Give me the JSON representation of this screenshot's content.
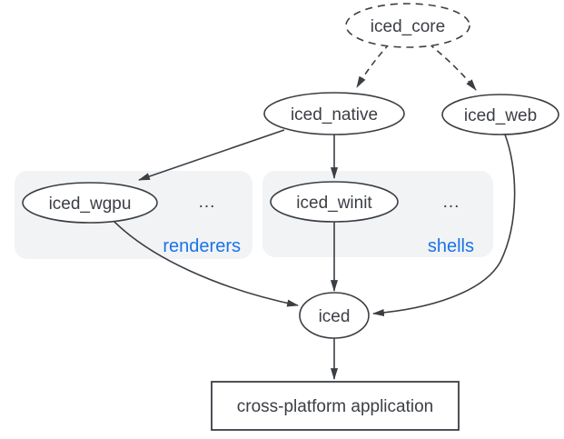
{
  "diagram": {
    "nodes": {
      "iced_core": {
        "label": "iced_core",
        "shape": "ellipse",
        "border": "dashed"
      },
      "iced_native": {
        "label": "iced_native",
        "shape": "ellipse",
        "border": "solid"
      },
      "iced_web": {
        "label": "iced_web",
        "shape": "ellipse",
        "border": "solid"
      },
      "iced_wgpu": {
        "label": "iced_wgpu",
        "shape": "ellipse",
        "border": "solid",
        "group": "renderers"
      },
      "iced_winit": {
        "label": "iced_winit",
        "shape": "ellipse",
        "border": "solid",
        "group": "shells"
      },
      "iced": {
        "label": "iced",
        "shape": "ellipse",
        "border": "solid"
      },
      "application": {
        "label": "cross-platform application",
        "shape": "rect",
        "border": "solid"
      }
    },
    "groups": {
      "renderers": {
        "label": "renderers",
        "ellipsis": "..."
      },
      "shells": {
        "label": "shells",
        "ellipsis": "..."
      }
    },
    "edges": [
      {
        "from": "iced_core",
        "to": "iced_native",
        "style": "dashed"
      },
      {
        "from": "iced_core",
        "to": "iced_web",
        "style": "dashed"
      },
      {
        "from": "iced_native",
        "to": "iced_wgpu",
        "style": "solid"
      },
      {
        "from": "iced_native",
        "to": "iced_winit",
        "style": "solid"
      },
      {
        "from": "iced_wgpu",
        "to": "iced",
        "style": "solid"
      },
      {
        "from": "iced_winit",
        "to": "iced",
        "style": "solid"
      },
      {
        "from": "iced_web",
        "to": "iced",
        "style": "solid"
      },
      {
        "from": "iced",
        "to": "application",
        "style": "solid"
      }
    ],
    "colors": {
      "stroke": "#3b3e43",
      "text": "#3b3e43",
      "group_background": "#f1f3f4",
      "group_label": "#1a73e8",
      "background": "#ffffff"
    }
  }
}
